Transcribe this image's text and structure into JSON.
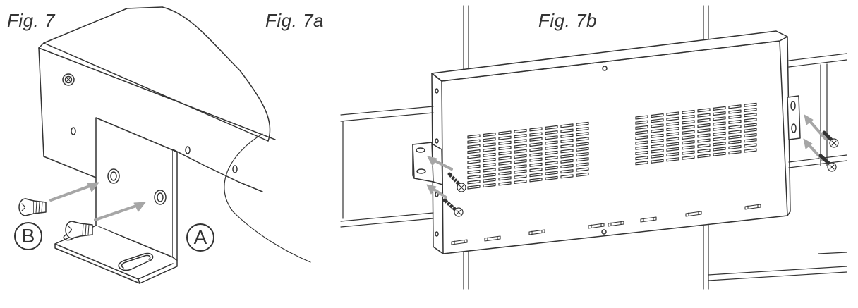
{
  "figure_labels": {
    "fig7": "Fig. 7",
    "fig7a": "Fig. 7a",
    "fig7b": "Fig. 7b"
  },
  "callouts": {
    "a": "A",
    "b": "B"
  },
  "colors": {
    "line": "#333333",
    "arrow": "#a6a6a6",
    "background": "#ffffff"
  }
}
